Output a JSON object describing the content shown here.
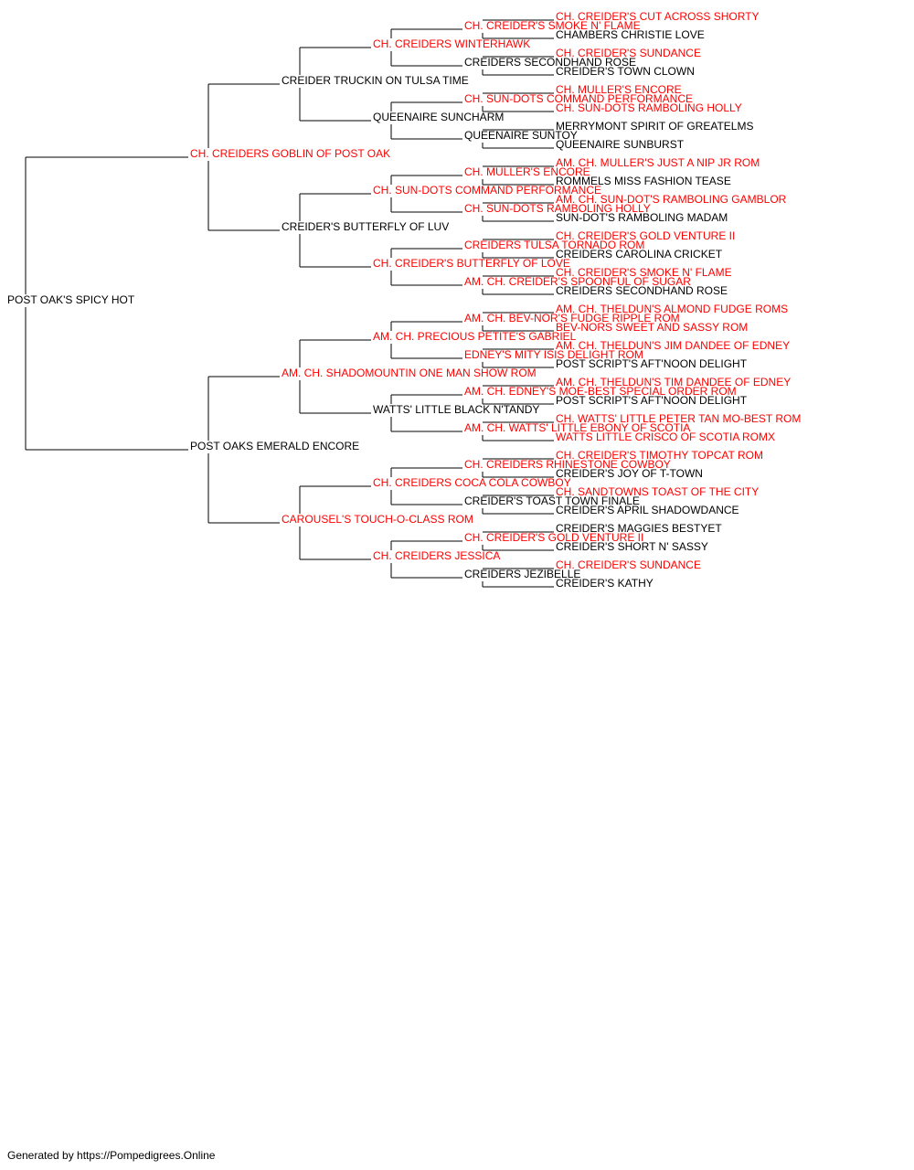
{
  "colors": {
    "champion": "#ff0000",
    "normal": "#000000",
    "line": "#000000"
  },
  "footer": "Generated by https://Pompedigrees.Online",
  "dog": {
    "name": "POST OAK'S SPICY HOT",
    "ch": false,
    "sire": {
      "name": "CH. CREIDERS GOBLIN OF POST OAK",
      "ch": true,
      "sire": {
        "name": "CREIDER TRUCKIN ON TULSA TIME",
        "ch": false,
        "sire": {
          "name": "CH. CREIDERS WINTERHAWK",
          "ch": true,
          "sire": {
            "name": "CH. CREIDER'S SMOKE N' FLAME",
            "ch": true,
            "sire": {
              "name": "CH. CREIDER'S CUT ACROSS SHORTY",
              "ch": true
            },
            "dam": {
              "name": "CHAMBERS CHRISTIE LOVE",
              "ch": false
            }
          },
          "dam": {
            "name": "CREIDERS SECONDHAND ROSE",
            "ch": false,
            "sire": {
              "name": "CH. CREIDER'S SUNDANCE",
              "ch": true
            },
            "dam": {
              "name": "CREIDER'S TOWN CLOWN",
              "ch": false
            }
          }
        },
        "dam": {
          "name": "QUEENAIRE SUNCHARM",
          "ch": false,
          "sire": {
            "name": "CH. SUN-DOTS COMMAND PERFORMANCE",
            "ch": true,
            "sire": {
              "name": "CH. MULLER'S ENCORE",
              "ch": true
            },
            "dam": {
              "name": "CH. SUN-DOTS RAMBOLING HOLLY",
              "ch": true
            }
          },
          "dam": {
            "name": "QUEENAIRE SUNTOY",
            "ch": false,
            "sire": {
              "name": "MERRYMONT SPIRIT OF GREATELMS",
              "ch": false
            },
            "dam": {
              "name": "QUEENAIRE SUNBURST",
              "ch": false
            }
          }
        }
      },
      "dam": {
        "name": "CREIDER'S BUTTERFLY OF LUV",
        "ch": false,
        "sire": {
          "name": "CH. SUN-DOTS COMMAND PERFORMANCE",
          "ch": true,
          "sire": {
            "name": "CH. MULLER'S ENCORE",
            "ch": true,
            "sire": {
              "name": "AM. CH. MULLER'S JUST A NIP JR ROM",
              "ch": true
            },
            "dam": {
              "name": "ROMMELS MISS FASHION TEASE",
              "ch": false
            }
          },
          "dam": {
            "name": "CH. SUN-DOTS RAMBOLING HOLLY",
            "ch": true,
            "sire": {
              "name": "AM. CH. SUN-DOT'S RAMBOLING GAMBLOR",
              "ch": true
            },
            "dam": {
              "name": "SUN-DOT'S RAMBOLING MADAM",
              "ch": false
            }
          }
        },
        "dam": {
          "name": "CH. CREIDER'S BUTTERFLY OF LOVE",
          "ch": true,
          "sire": {
            "name": "CREIDERS TULSA TORNADO ROM",
            "ch": true,
            "sire": {
              "name": "CH. CREIDER'S GOLD VENTURE II",
              "ch": true
            },
            "dam": {
              "name": "CREIDERS CAROLINA CRICKET",
              "ch": false
            }
          },
          "dam": {
            "name": "AM. CH. CREIDER'S SPOONFUL OF SUGAR",
            "ch": true,
            "sire": {
              "name": "CH. CREIDER'S SMOKE N' FLAME",
              "ch": true
            },
            "dam": {
              "name": "CREIDERS SECONDHAND ROSE",
              "ch": false
            }
          }
        }
      }
    },
    "dam": {
      "name": "POST OAKS EMERALD ENCORE",
      "ch": false,
      "sire": {
        "name": "AM. CH. SHADOMOUNTIN ONE MAN SHOW ROM",
        "ch": true,
        "sire": {
          "name": "AM. CH. PRECIOUS PETITE'S GABRIEL",
          "ch": true,
          "sire": {
            "name": "AM. CH. BEV-NOR'S FUDGE RIPPLE ROM",
            "ch": true,
            "sire": {
              "name": "AM. CH. THELDUN'S ALMOND FUDGE ROMS",
              "ch": true
            },
            "dam": {
              "name": "BEV-NORS SWEET AND SASSY ROM",
              "ch": true
            }
          },
          "dam": {
            "name": "EDNEY'S MITY ISIS DELIGHT ROM",
            "ch": true,
            "sire": {
              "name": "AM. CH. THELDUN'S JIM DANDEE OF EDNEY",
              "ch": true
            },
            "dam": {
              "name": "POST SCRIPT'S AFT'NOON DELIGHT",
              "ch": false
            }
          }
        },
        "dam": {
          "name": "WATTS' LITTLE BLACK N'TANDY",
          "ch": false,
          "sire": {
            "name": "AM. CH. EDNEY'S MOE-BEST SPECIAL ORDER ROM",
            "ch": true,
            "sire": {
              "name": "AM. CH. THELDUN'S TIM DANDEE OF EDNEY",
              "ch": true
            },
            "dam": {
              "name": "POST SCRIPT'S AFT'NOON DELIGHT",
              "ch": false
            }
          },
          "dam": {
            "name": "AM. CH. WATTS' LITTLE EBONY OF SCOTIA",
            "ch": true,
            "sire": {
              "name": "CH. WATTS' LITTLE PETER TAN MO-BEST ROM",
              "ch": true
            },
            "dam": {
              "name": "WATTS LITTLE CRISCO OF SCOTIA ROMX",
              "ch": true
            }
          }
        }
      },
      "dam": {
        "name": "CAROUSEL'S TOUCH-O-CLASS ROM",
        "ch": true,
        "sire": {
          "name": "CH. CREIDERS COCA COLA COWBOY",
          "ch": true,
          "sire": {
            "name": "CH. CREIDERS RHINESTONE COWBOY",
            "ch": true,
            "sire": {
              "name": "CH. CREIDER'S TIMOTHY TOPCAT ROM",
              "ch": true
            },
            "dam": {
              "name": "CREIDER'S JOY OF T-TOWN",
              "ch": false
            }
          },
          "dam": {
            "name": "CREIDER'S TOAST TOWN FINALE",
            "ch": false,
            "sire": {
              "name": "CH. SANDTOWNS TOAST OF THE CITY",
              "ch": true
            },
            "dam": {
              "name": "CREIDER'S APRIL SHADOWDANCE",
              "ch": false
            }
          }
        },
        "dam": {
          "name": "CH. CREIDERS JESSICA",
          "ch": true,
          "sire": {
            "name": "CH. CREIDER'S GOLD VENTURE II",
            "ch": true,
            "sire": {
              "name": "CREIDER'S MAGGIES BESTYET",
              "ch": false
            },
            "dam": {
              "name": "CREIDER'S SHORT N' SASSY",
              "ch": false
            }
          },
          "dam": {
            "name": "CREIDERS JEZIBELLE",
            "ch": false,
            "sire": {
              "name": "CH. CREIDER'S SUNDANCE",
              "ch": true
            },
            "dam": {
              "name": "CREIDER'S KATHY",
              "ch": false
            }
          }
        }
      }
    }
  }
}
